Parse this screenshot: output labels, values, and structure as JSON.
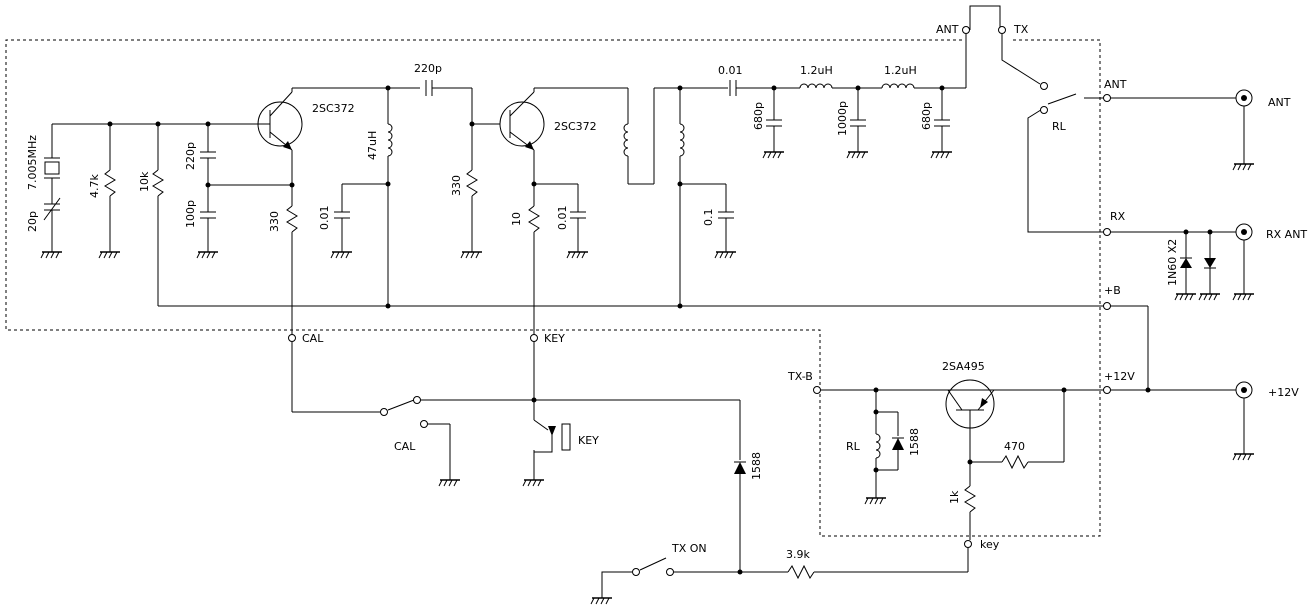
{
  "labels": {
    "ant_top": "ANT",
    "tx_top": "TX",
    "crystal": "7.005MHz",
    "trimmer": "20p",
    "r_4k7": "4.7k",
    "r_10k": "10k",
    "c_220p_osc": "220p",
    "c_100p": "100p",
    "q1": "2SC372",
    "r_330_emitter": "330",
    "l_47uh": "47uH",
    "c_001_a": "0.01",
    "c_220p_coupling": "220p",
    "r_330_base": "330",
    "q2": "2SC372",
    "r_10": "10",
    "c_001_b": "0.01",
    "c_01": "0.1",
    "c_001_out": "0.01",
    "l_1": "1.2uH",
    "l_2": "1.2uH",
    "c_680p_a": "680p",
    "c_1000p": "1000p",
    "c_680p_b": "680p",
    "ant_node": "ANT",
    "ant_jack": "ANT",
    "relay_contact": "RL",
    "rx_node": "RX",
    "rx_ant_jack": "RX ANT",
    "diodes": "1N60 X2",
    "plus_b": "+B",
    "plus_12v_node": "+12V",
    "plus_12v_jack": "+12V",
    "cal_terminal": "CAL",
    "key_terminal": "KEY",
    "cal_switch": "CAL",
    "key_jack": "KEY",
    "d_1588_tx": "1588",
    "tx_on": "TX ON",
    "r_3k9": "3.9k",
    "tx_b": "TX-B",
    "q3": "2SA495",
    "relay_coil": "RL",
    "d_1588_relay": "1588",
    "r_470": "470",
    "r_1k": "1k",
    "key_node": "key"
  }
}
